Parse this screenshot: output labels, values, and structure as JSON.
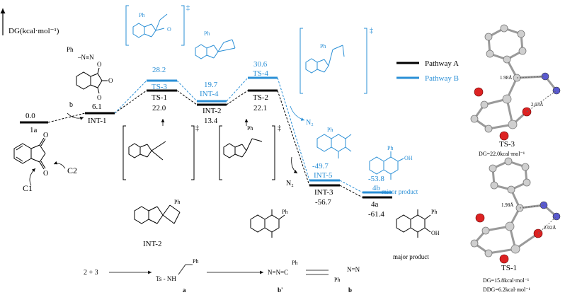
{
  "y_axis_label": "DG(kcal·mol⁻¹)",
  "legend": {
    "a_label": "Pathway A",
    "b_label": "Pathway B",
    "a_color": "#000000",
    "b_color": "#2a8fd6"
  },
  "levels": {
    "l1a": {
      "value": "0.0",
      "name": "1a"
    },
    "int1": {
      "value": "6.1",
      "name": "INT-1"
    },
    "ts1": {
      "value": "22.0",
      "name": "TS-1"
    },
    "ts3": {
      "value": "28.2",
      "name": "TS-3"
    },
    "int2": {
      "value": "13.4",
      "name": "INT-2"
    },
    "int4": {
      "value": "19.7",
      "name": "INT-4"
    },
    "ts2": {
      "value": "22.1",
      "name": "TS-2"
    },
    "ts4": {
      "value": "30.6",
      "name": "TS-4"
    },
    "int5": {
      "value": "-49.7",
      "name": "INT-5"
    },
    "int3": {
      "value": "-56.7",
      "name": "INT-3"
    },
    "p4b": {
      "value": "-53.8",
      "name": "4b"
    },
    "p4a": {
      "value": "-61.4",
      "name": "4a"
    }
  },
  "labels": {
    "step_b": "b",
    "ts_mark": "‡",
    "n2": "N₂",
    "c1": "C1",
    "c2": "C2",
    "int2_struct": "INT-2",
    "minor_product": "minor product",
    "major_product": "major product",
    "ph": "Ph",
    "oh": "OH",
    "o": "O",
    "ts_nh": "Ts - NH",
    "eq_start": "2 + 3",
    "eq_a": "a",
    "eq_b_prime": "b'",
    "eq_b": "b"
  },
  "right_panel": {
    "ts3_title": "TS-3",
    "ts3_dg": "DG=22.0kcal·mol⁻¹",
    "ts3_d1": "1.98Å",
    "ts3_d2": "2.03Å",
    "ts1_title": "TS-1",
    "ts1_dg": "DG=15.8kcal·mol⁻¹",
    "ts1_ddg": "DDG=6.2kcal·mol⁻¹",
    "ts1_d1": "1.98Å",
    "ts1_d2": "2.02Å"
  }
}
